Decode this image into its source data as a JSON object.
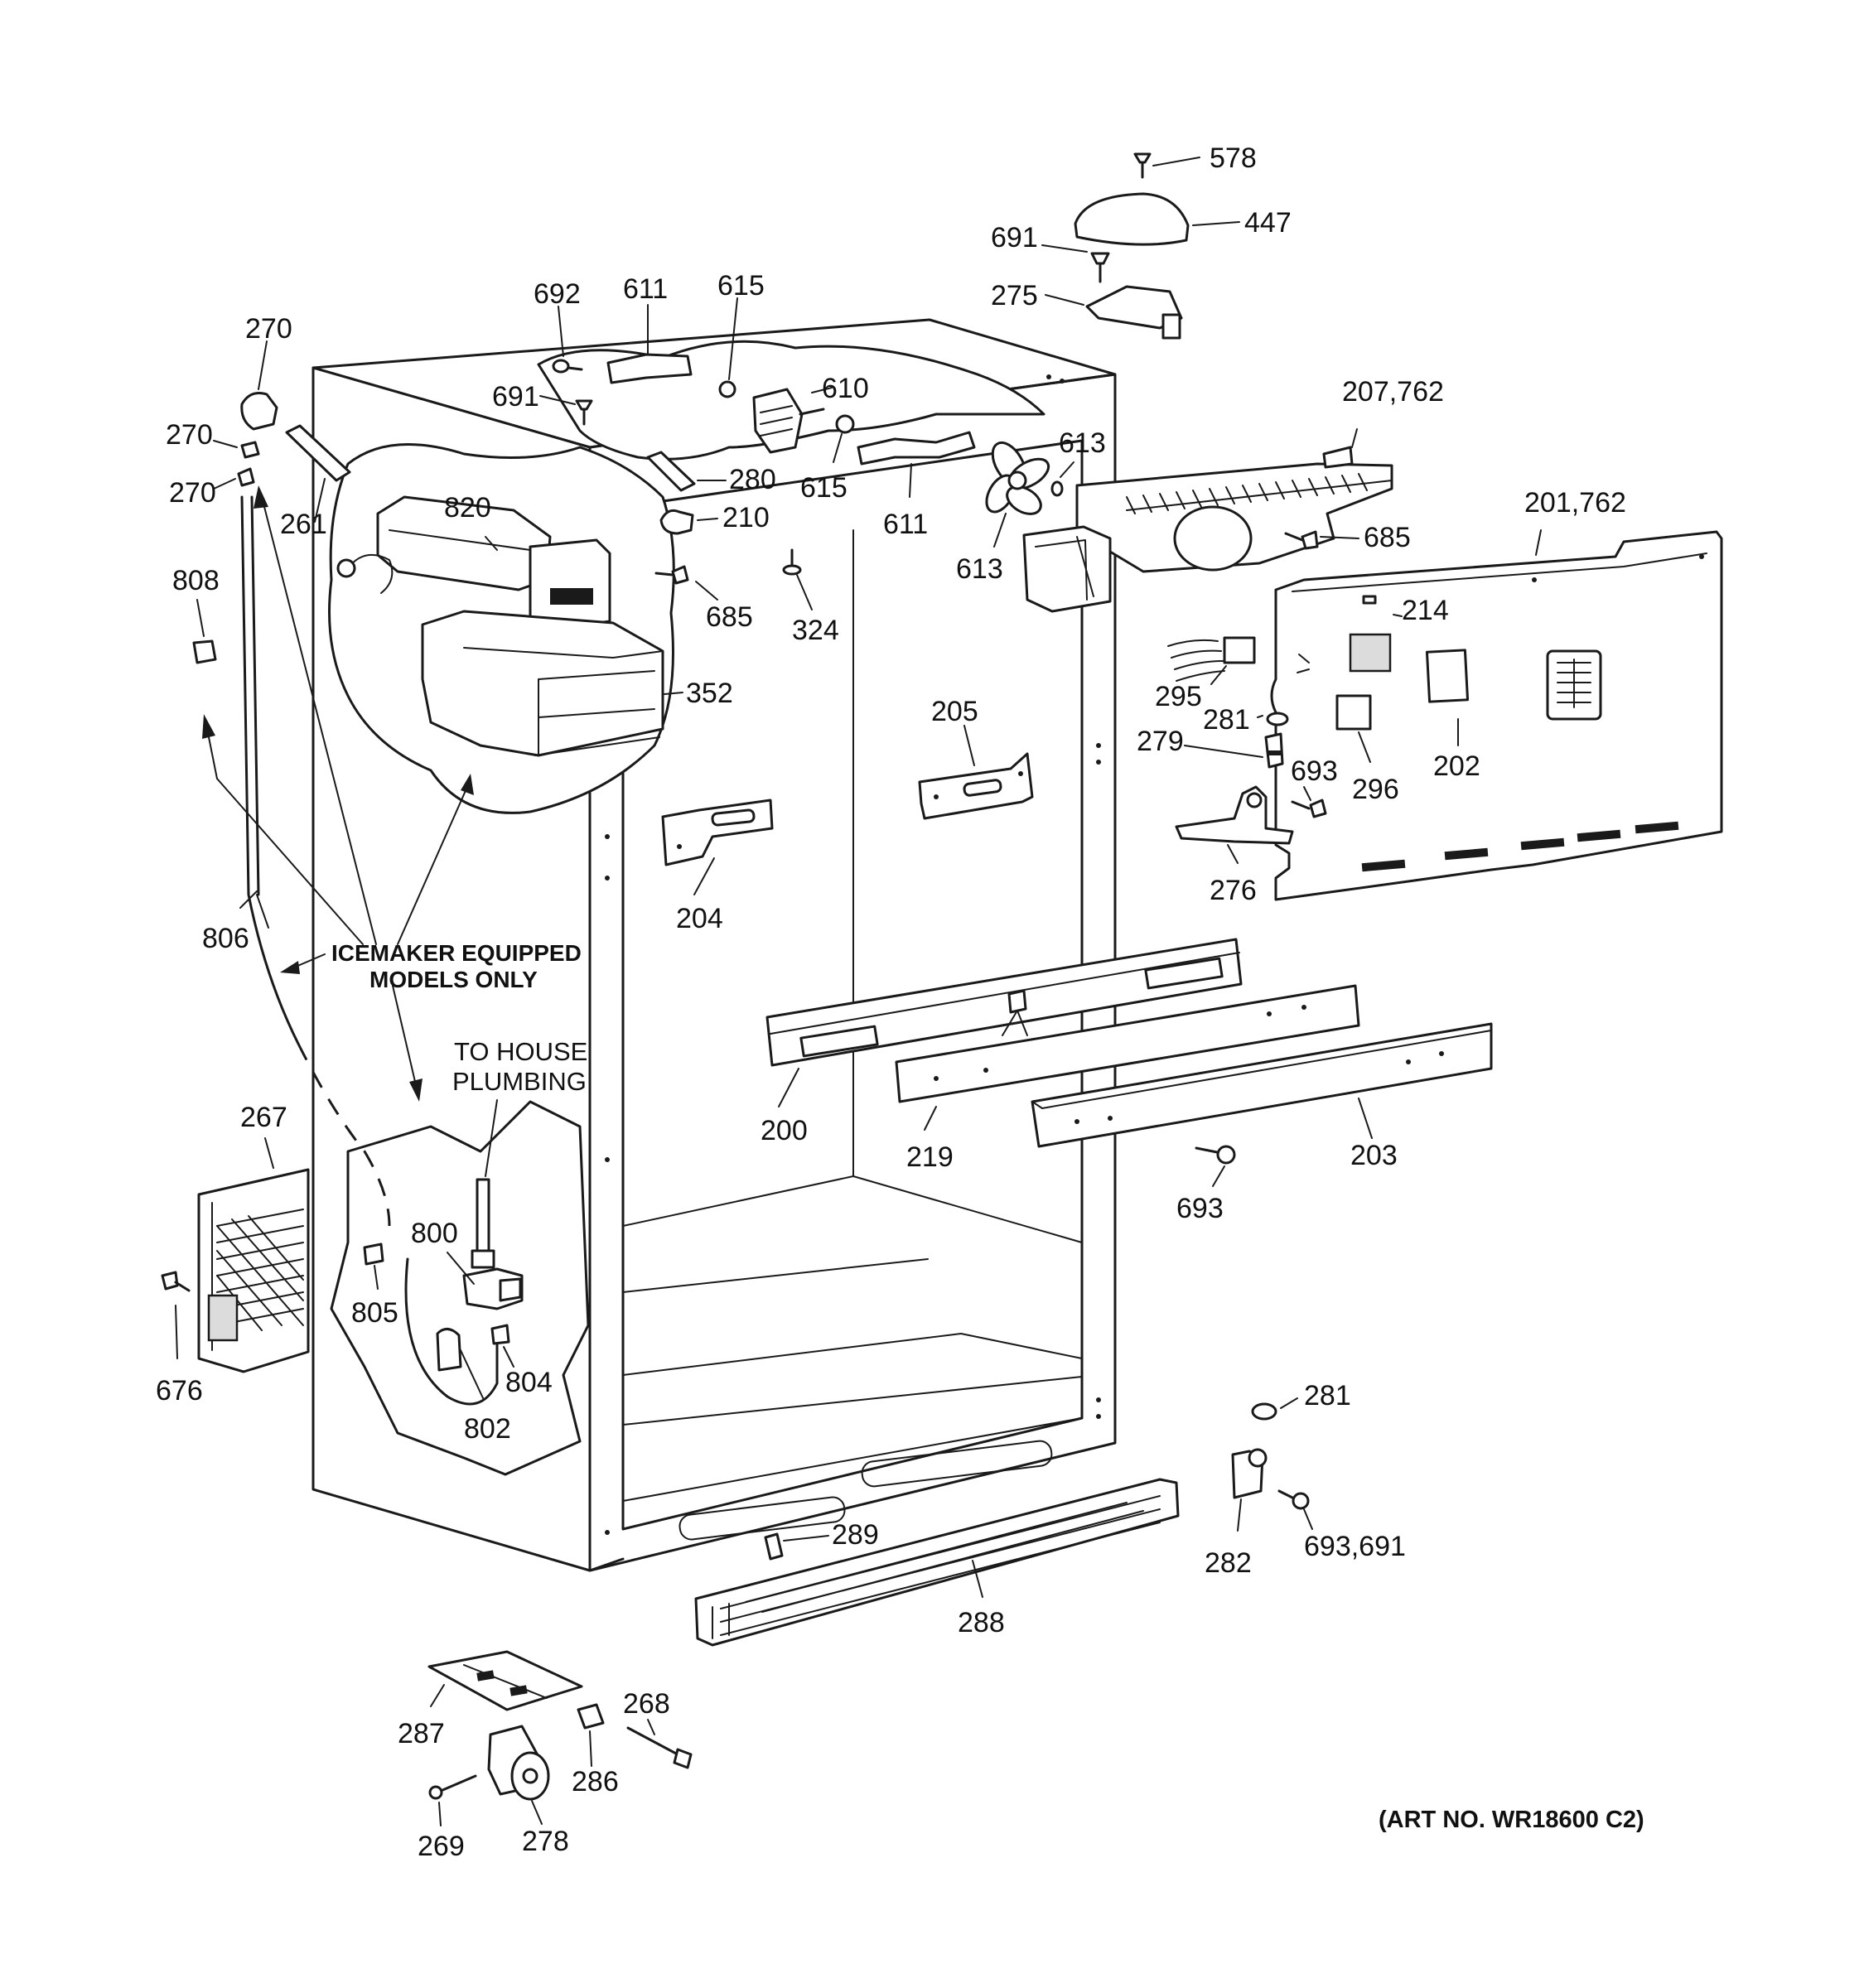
{
  "parts": {
    "p578": "578",
    "p447": "447",
    "p691_top": "691",
    "p275": "275",
    "p692": "692",
    "p611_top": "611",
    "p615_top": "615",
    "p610": "610",
    "p270_a": "270",
    "p270_b": "270",
    "p270_c": "270",
    "p691_mid": "691",
    "p613_a": "613",
    "p613_b": "613",
    "p207": "207,762",
    "p261": "261",
    "p820": "820",
    "p280": "280",
    "p615_b": "615",
    "p611_b": "611",
    "p210": "210",
    "p685_a": "685",
    "p201": "201,762",
    "p685_b": "685",
    "p808": "808",
    "p324": "324",
    "p214": "214",
    "p352": "352",
    "p295": "295",
    "p205": "205",
    "p281_a": "281",
    "p279": "279",
    "p693_a": "693",
    "p296": "296",
    "p202": "202",
    "p204": "204",
    "p276": "276",
    "p806": "806",
    "p200": "200",
    "p219": "219",
    "p203": "203",
    "p267": "267",
    "p693_b": "693",
    "p800": "800",
    "p805": "805",
    "p676": "676",
    "p804": "804",
    "p802": "802",
    "p281_b": "281",
    "p289": "289",
    "p282": "282",
    "p693_691": "693,691",
    "p288": "288",
    "p268": "268",
    "p287": "287",
    "p286": "286",
    "p269": "269",
    "p278": "278"
  },
  "notes": {
    "icemaker_line1": "ICEMAKER EQUIPPED",
    "icemaker_line2": "MODELS ONLY",
    "plumbing_line1": "TO HOUSE",
    "plumbing_line2": "PLUMBING",
    "art_no": "(ART NO. WR18600 C2)"
  }
}
